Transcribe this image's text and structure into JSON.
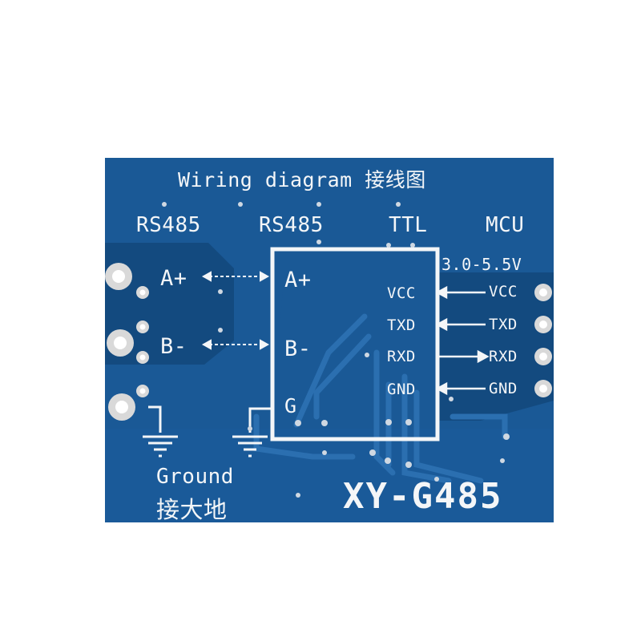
{
  "board": {
    "title": "Wiring diagram",
    "title_cn": "接线图",
    "model": "XY-G485",
    "colors": {
      "pcb": "#1a5996",
      "pcb_dark": "#134a7f",
      "silkscreen": "#f4f6f8",
      "pad": "#d9d9d9"
    }
  },
  "headers": {
    "rs485_left": "RS485",
    "rs485_right": "RS485",
    "ttl": "TTL",
    "mcu": "MCU"
  },
  "voltage": "3.0-5.5V",
  "rs485_side": {
    "a_plus": "A+",
    "b_minus": "B-",
    "module_a": "A+",
    "module_b": "B-",
    "module_g": "G"
  },
  "ttl_pins": [
    "VCC",
    "TXD",
    "RXD",
    "GND"
  ],
  "mcu_pins": [
    "VCC",
    "TXD",
    "RXD",
    "GND"
  ],
  "ground": {
    "label": "Ground",
    "label_cn": "接大地"
  }
}
